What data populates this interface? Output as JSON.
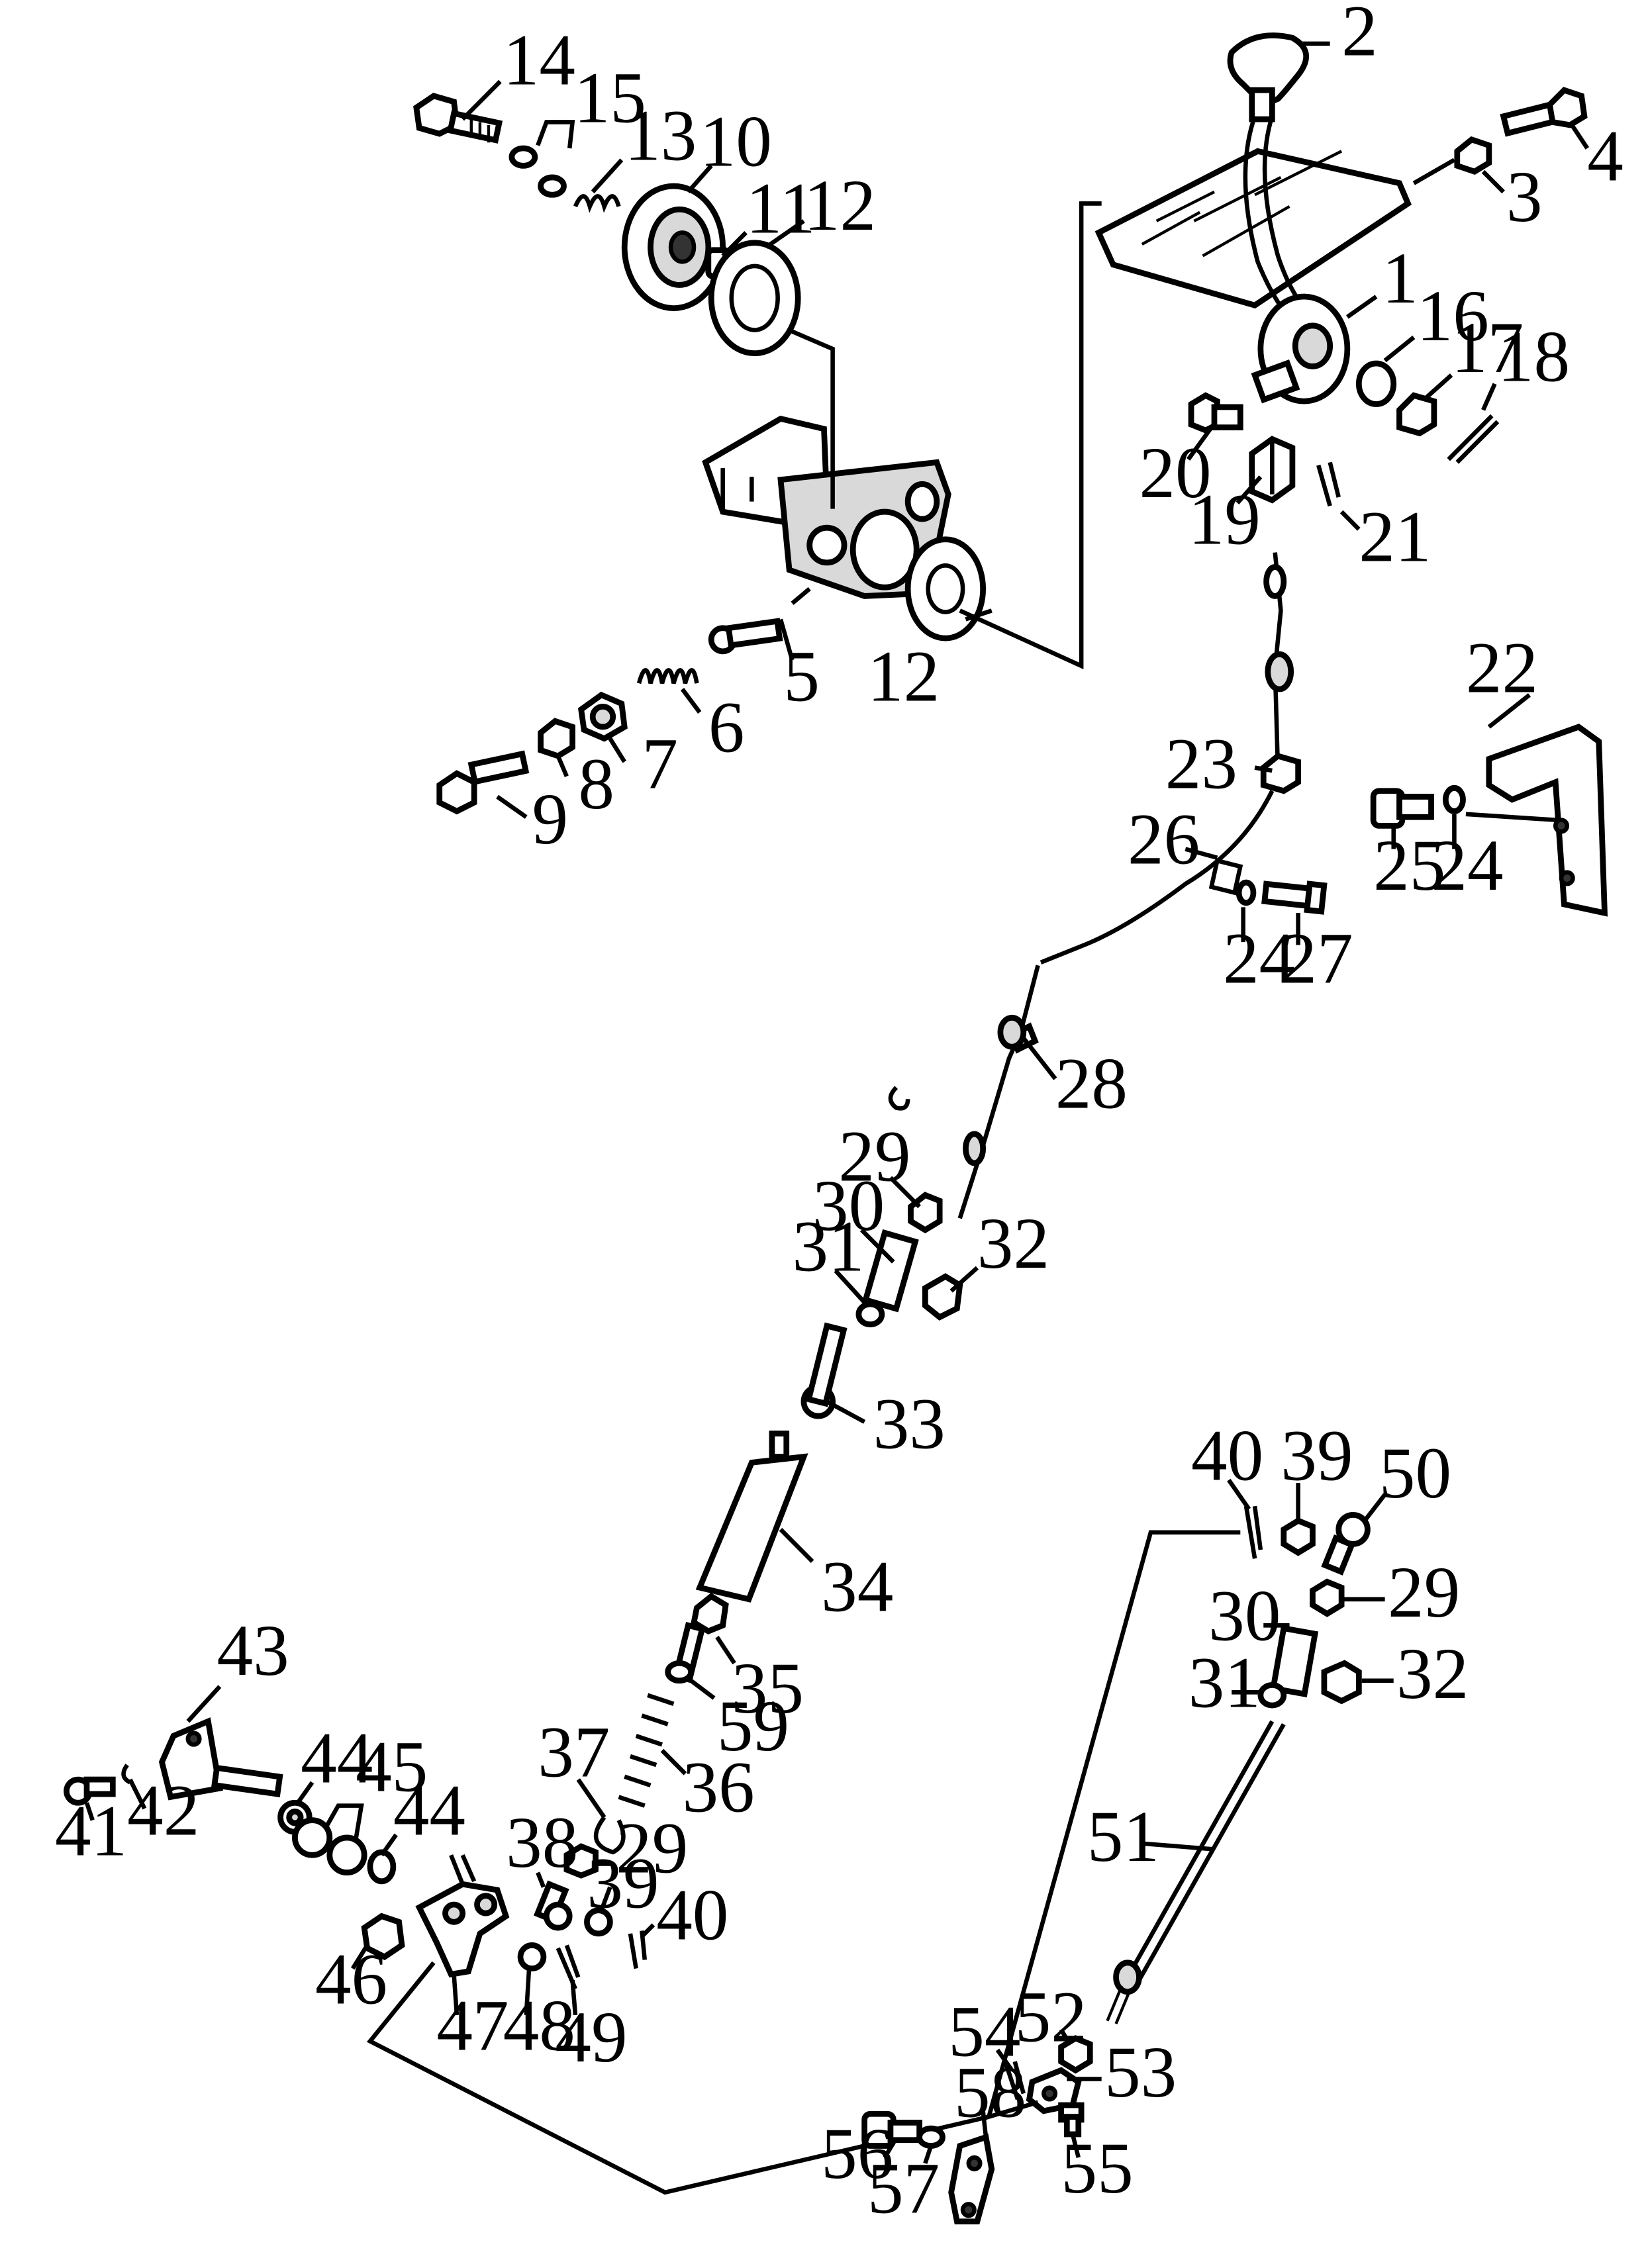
{
  "figure": {
    "part_numbers": [
      "1",
      "2",
      "3",
      "4",
      "5",
      "6",
      "7",
      "8",
      "9",
      "10",
      "11",
      "12",
      "13",
      "14",
      "15",
      "16",
      "17",
      "18",
      "19",
      "20",
      "21",
      "22",
      "23",
      "24",
      "25",
      "26",
      "27",
      "28",
      "29",
      "30",
      "31",
      "32",
      "33",
      "34",
      "35",
      "36",
      "37",
      "38",
      "39",
      "40",
      "41",
      "42",
      "43",
      "44",
      "45",
      "46",
      "47",
      "48",
      "49",
      "50",
      "51",
      "52",
      "53",
      "54",
      "55",
      "56",
      "57",
      "58",
      "59"
    ],
    "callouts": [
      {
        "id": "c14a",
        "text": "14"
      },
      {
        "id": "c15a",
        "text": "15"
      },
      {
        "id": "c13a",
        "text": "13"
      },
      {
        "id": "c10a",
        "text": "10"
      },
      {
        "id": "c11a",
        "text": "11"
      },
      {
        "id": "c12a",
        "text": "12"
      },
      {
        "id": "c12b",
        "text": "12"
      },
      {
        "id": "c5a",
        "text": "5"
      },
      {
        "id": "c6a",
        "text": "6"
      },
      {
        "id": "c7a",
        "text": "7"
      },
      {
        "id": "c8a",
        "text": "8"
      },
      {
        "id": "c9a",
        "text": "9"
      },
      {
        "id": "c2a",
        "text": "2"
      },
      {
        "id": "c3a",
        "text": "3"
      },
      {
        "id": "c4a",
        "text": "4"
      },
      {
        "id": "c1a",
        "text": "1"
      },
      {
        "id": "c16a",
        "text": "16"
      },
      {
        "id": "c17a",
        "text": "17"
      },
      {
        "id": "c18a",
        "text": "18"
      },
      {
        "id": "c20a",
        "text": "20"
      },
      {
        "id": "c19a",
        "text": "19"
      },
      {
        "id": "c21a",
        "text": "21"
      },
      {
        "id": "c22a",
        "text": "22"
      },
      {
        "id": "c23a",
        "text": "23"
      },
      {
        "id": "c25a",
        "text": "25"
      },
      {
        "id": "c24a",
        "text": "24"
      },
      {
        "id": "c26a",
        "text": "26"
      },
      {
        "id": "c24b",
        "text": "24"
      },
      {
        "id": "c27a",
        "text": "27"
      },
      {
        "id": "c28a",
        "text": "28"
      },
      {
        "id": "c29a",
        "text": "29"
      },
      {
        "id": "c30a",
        "text": "30"
      },
      {
        "id": "c31a",
        "text": "31"
      },
      {
        "id": "c32a",
        "text": "32"
      },
      {
        "id": "c33a",
        "text": "33"
      },
      {
        "id": "c34a",
        "text": "34"
      },
      {
        "id": "c35a",
        "text": "35"
      },
      {
        "id": "c59a",
        "text": "59"
      },
      {
        "id": "c36a",
        "text": "36"
      },
      {
        "id": "c37a",
        "text": "37"
      },
      {
        "id": "c43a",
        "text": "43"
      },
      {
        "id": "c41a",
        "text": "41"
      },
      {
        "id": "c42a",
        "text": "42"
      },
      {
        "id": "c44a",
        "text": "44"
      },
      {
        "id": "c45a",
        "text": "45"
      },
      {
        "id": "c44b",
        "text": "44"
      },
      {
        "id": "c38a",
        "text": "38"
      },
      {
        "id": "c29b",
        "text": "29"
      },
      {
        "id": "c39a",
        "text": "39"
      },
      {
        "id": "c40a",
        "text": "40"
      },
      {
        "id": "c46a",
        "text": "46"
      },
      {
        "id": "c47a",
        "text": "47"
      },
      {
        "id": "c48a",
        "text": "48"
      },
      {
        "id": "c49a",
        "text": "49"
      },
      {
        "id": "c40b",
        "text": "40"
      },
      {
        "id": "c39b",
        "text": "39"
      },
      {
        "id": "c50a",
        "text": "50"
      },
      {
        "id": "c29c",
        "text": "29"
      },
      {
        "id": "c30b",
        "text": "30"
      },
      {
        "id": "c31b",
        "text": "31"
      },
      {
        "id": "c32b",
        "text": "32"
      },
      {
        "id": "c51a",
        "text": "51"
      },
      {
        "id": "c52a",
        "text": "52"
      },
      {
        "id": "c54a",
        "text": "54"
      },
      {
        "id": "c53a",
        "text": "53"
      },
      {
        "id": "c58a",
        "text": "58"
      },
      {
        "id": "c56a",
        "text": "56"
      },
      {
        "id": "c57a",
        "text": "57"
      },
      {
        "id": "c55a",
        "text": "55"
      }
    ]
  }
}
